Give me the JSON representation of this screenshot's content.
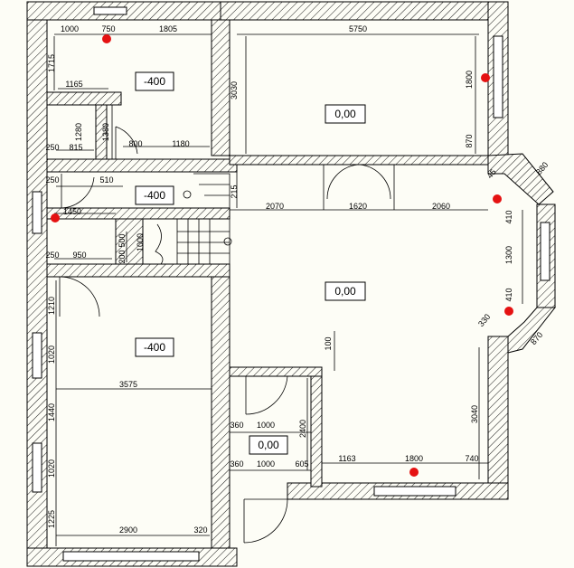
{
  "levels": {
    "room_top_left": "-400",
    "room_top_right": "0,00",
    "stair_landing": "-400",
    "living_room": "0,00",
    "room_bottom_left": "-400",
    "bathroom": "0,00"
  },
  "dimensions": {
    "d1000_top": "1000",
    "d750_top": "750",
    "d1805": "1805",
    "d5750": "5750",
    "d1715": "1715",
    "d1165": "1165",
    "d3030": "3030",
    "d1800_right": "1800",
    "d1280": "1280",
    "d1380": "1380",
    "d870_right": "870",
    "d250_a": "250",
    "d815": "815",
    "d800": "800",
    "d1180": "1180",
    "d250_b": "250",
    "d510": "510",
    "d215": "215",
    "d880": "880",
    "d45": "45",
    "d1450": "1450",
    "d2070": "2070",
    "d1620": "1620",
    "d2060": "2060",
    "d410_a": "410",
    "d1000_stair": "1000",
    "d200": "200",
    "d500": "500",
    "d250_c": "250",
    "d950": "950",
    "d1300": "1300",
    "d410_b": "410",
    "d1210": "1210",
    "d330": "330",
    "d870_diag": "870",
    "d100": "100",
    "d1020_a": "1020",
    "d3575": "3575",
    "d1440": "1440",
    "d3040": "3040",
    "d360_a": "360",
    "d1000_bath_top": "1000",
    "d2400": "2400",
    "d1020_b": "1020",
    "d360_b": "360",
    "d1000_bath_bot": "1000",
    "d605": "605",
    "d1163": "1163",
    "d1800_bottom": "1800",
    "d740": "740",
    "d1225": "1225",
    "d2900": "2900",
    "d320": "320"
  },
  "colors": {
    "wall_outline": "#000000",
    "marker": "#e51212",
    "background": "#fdfdf6"
  }
}
